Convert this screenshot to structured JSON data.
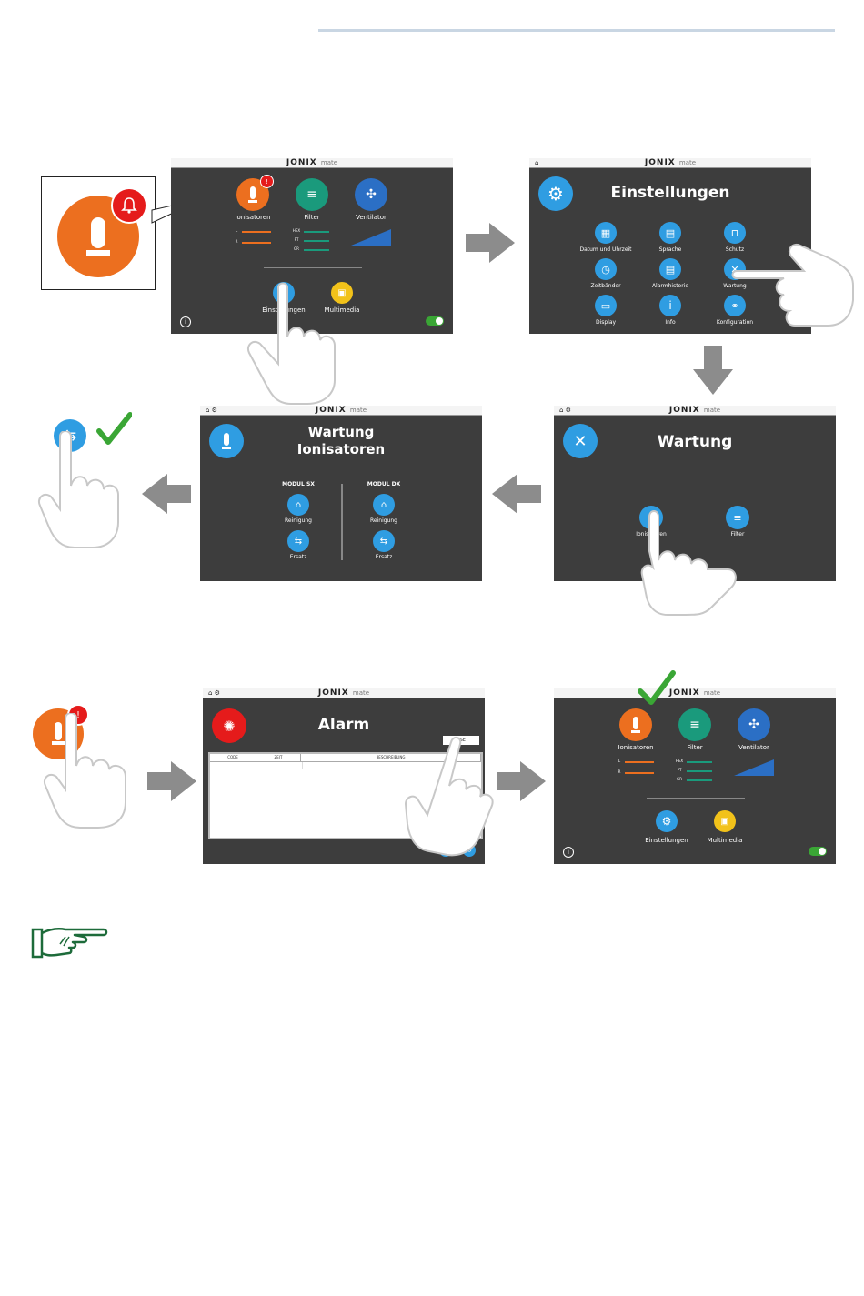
{
  "brand": {
    "name": "JONIX",
    "suffix": "mate"
  },
  "colors": {
    "accent_blue": "#2f9de2",
    "alarm_red": "#e51b1b",
    "ionizer_orange": "#ec6f1f",
    "check_green": "#3aa635",
    "note_green": "#1d6b3a",
    "arrow_gray": "#8c8c8c",
    "screen_bg": "#3d3d3d"
  },
  "home": {
    "ionisatoren": "Ionisatoren",
    "filter": "Filter",
    "ventilator": "Ventilator",
    "einstellungen": "Einstellungen",
    "multimedia": "Multimedia",
    "level_labels": [
      "L",
      "R"
    ],
    "stat_labels": [
      "HEX",
      "PT",
      "GR"
    ]
  },
  "settings": {
    "title": "Einstellungen",
    "items": [
      "Datum und Uhrzeit",
      "Sprache",
      "Schutz",
      "Zeitbänder",
      "Alarmhistorie",
      "Wartung",
      "Display",
      "Info",
      "Konfiguration"
    ]
  },
  "wartung": {
    "title": "Wartung",
    "ionisatoren": "Ionisatoren",
    "filter": "Filter"
  },
  "wartung_ion": {
    "title_line1": "Wartung",
    "title_line2": "Ionisatoren",
    "modul_sx": "MODUL SX",
    "modul_dx": "MODUL DX",
    "reinigung": "Reinigung",
    "ersatz": "Ersatz"
  },
  "alarm": {
    "title": "Alarm",
    "button": "RESET",
    "columns": [
      "CODE",
      "ZEIT",
      "BESCHREIBUNG"
    ]
  },
  "icons": {
    "home": "home-icon",
    "gear": "gear-icon",
    "hand": "pointing-hand-icon",
    "check": "checkmark-icon",
    "note": "pointing-finger-note-icon"
  }
}
